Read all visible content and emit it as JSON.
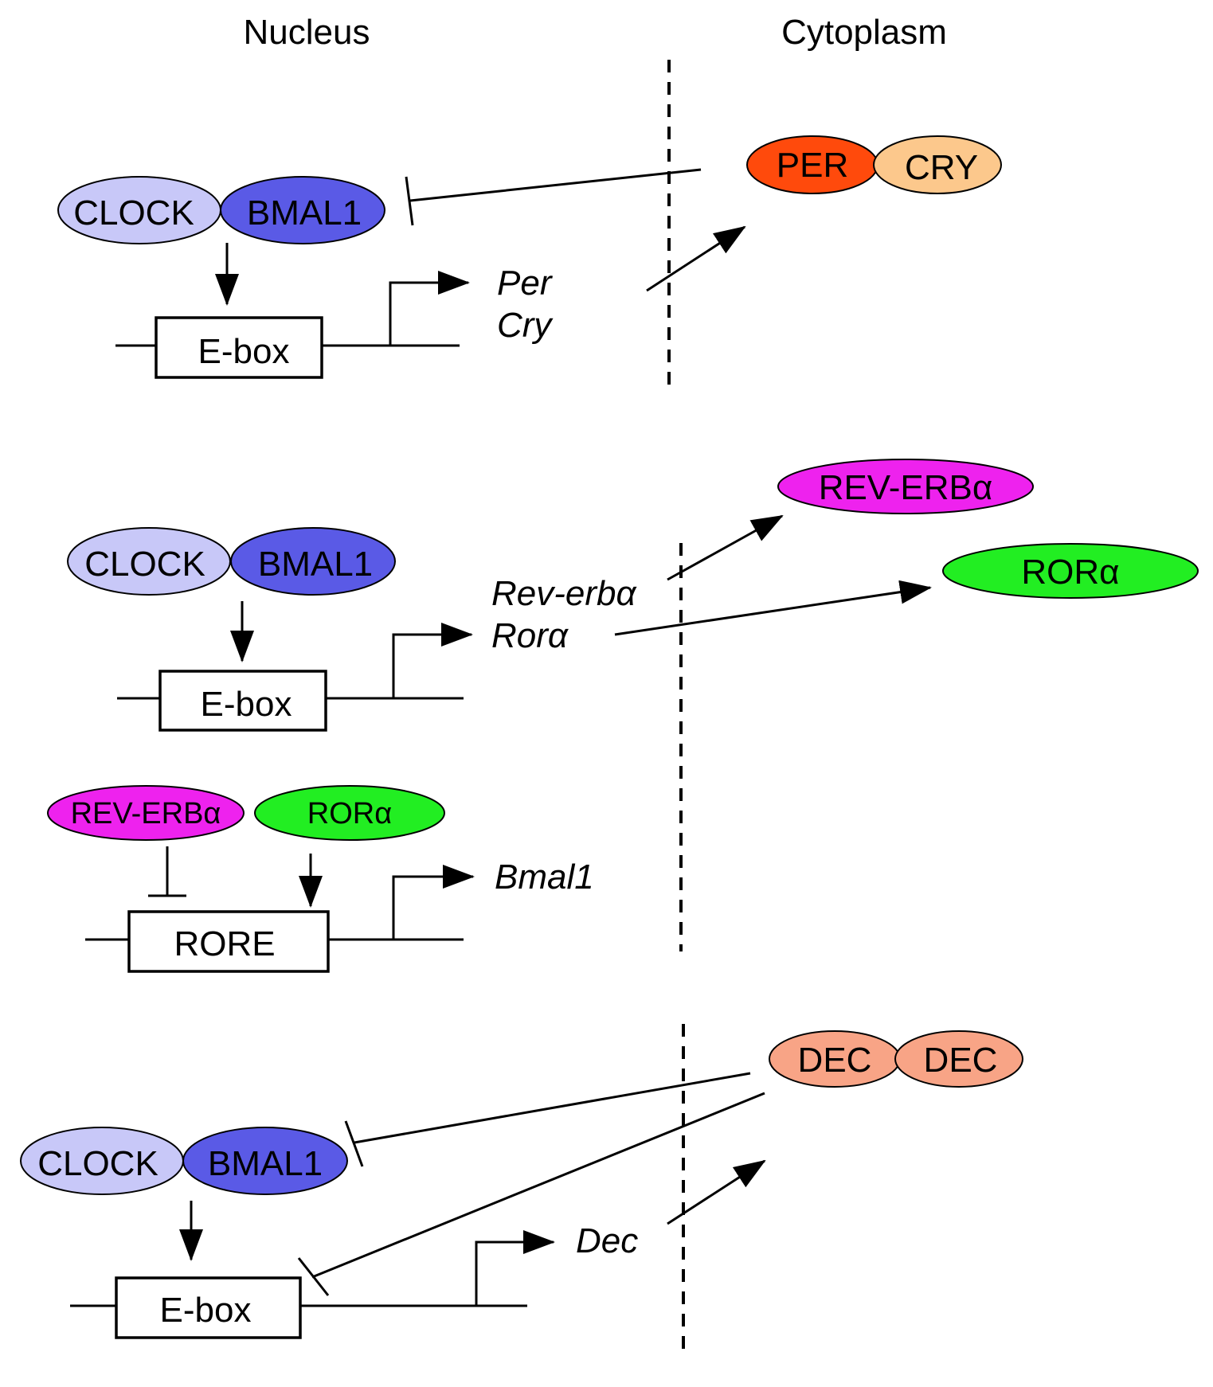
{
  "headers": {
    "nucleus": "Nucleus",
    "cytoplasm": "Cytoplasm"
  },
  "colors": {
    "clock": "#c8c8f8",
    "bmal1": "#5a5ae6",
    "per": "#ff4a0c",
    "cry": "#fcc88c",
    "rev_erb": "#ee22ee",
    "ror": "#22ee22",
    "dec": "#f8a486"
  },
  "panel1": {
    "clock": "CLOCK",
    "bmal1": "BMAL1",
    "ebox": "E-box",
    "gene_per": "Per",
    "gene_cry": "Cry",
    "per": "PER",
    "cry": "CRY"
  },
  "panel2": {
    "clock": "CLOCK",
    "bmal1": "BMAL1",
    "ebox": "E-box",
    "gene_rev": "Rev-erbα",
    "gene_ror": "Rorα",
    "rev_erb": "REV-ERBα",
    "ror": "RORα",
    "rev_erb_small": "REV-ERBα",
    "ror_small": "RORα",
    "rore": "RORE",
    "gene_bmal1": "Bmal1"
  },
  "panel3": {
    "clock": "CLOCK",
    "bmal1": "BMAL1",
    "ebox": "E-box",
    "gene_dec": "Dec",
    "dec1": "DEC",
    "dec2": "DEC"
  }
}
